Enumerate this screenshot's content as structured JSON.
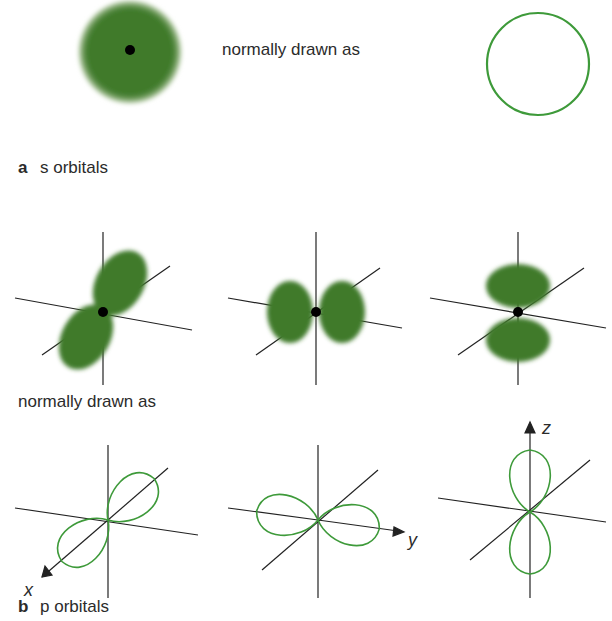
{
  "diagram": {
    "labels": [
      "normally drawn as",
      "a",
      "s orbitals",
      "normally drawn as",
      "x",
      "y",
      "z",
      "b",
      "p orbitals"
    ]
  }
}
